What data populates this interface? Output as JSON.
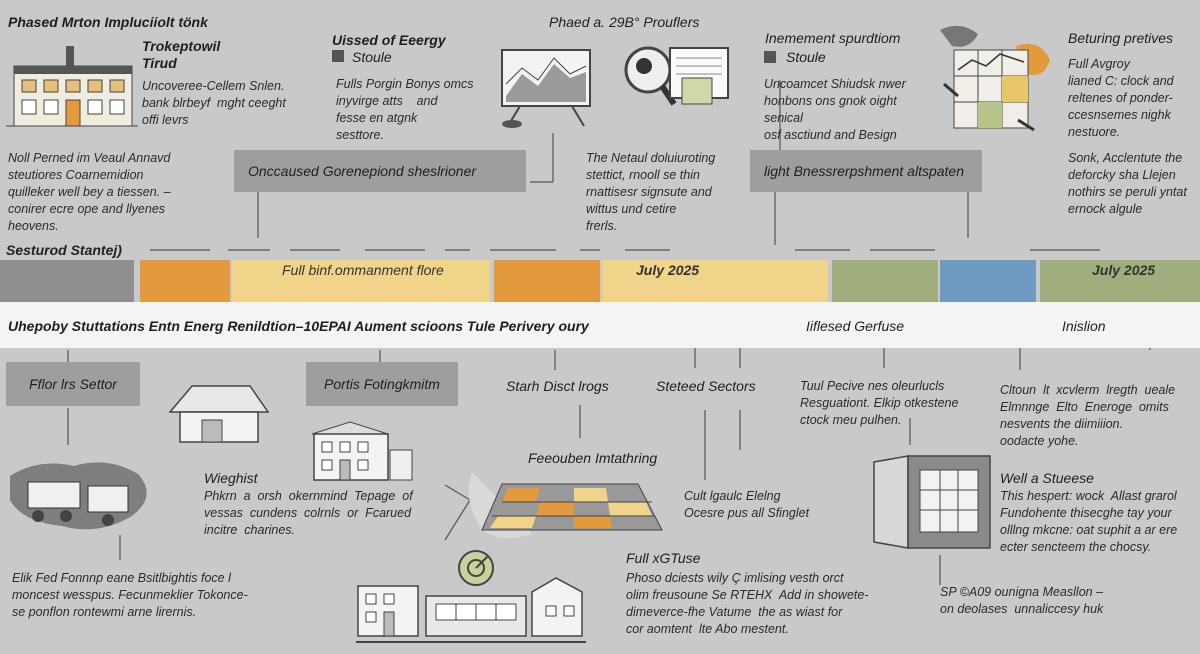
{
  "colors": {
    "background": "#c9c9c9",
    "gray": "#8f8f8f",
    "orange": "#e39a3c",
    "yellow": "#efd48a",
    "green": "#9fae7c",
    "blue": "#6f9bc2",
    "band": "#f4f4f4"
  },
  "top": {
    "title": "Phased Mrton Impluciiolt tönk",
    "col1_heading": "Trokeptowil\nTirud",
    "col1_text": "Uncoveree-Cellem Snlen.\nbank blrbeyf  mght ceeght\noffi levrs",
    "col2_heading": "Uissed of Eeergy",
    "col2_sub": "Stoule",
    "col2_text": "Fulls Porgin Bonys omcs\ninyvirge atts    and\nfesse en atgnk\nsesttore.",
    "col3_heading": "Phaed a. 29B° Prouflers",
    "col4_heading": "Inemement spurdtiom",
    "col4_sub": "Stoule",
    "col4_text": "Uncoamcet Shiudsk nwer\nhonbons ons gnok oight\nsenical\nosf asctiund and Besign",
    "col5_heading": "Beturing pretives",
    "col5_text": "Full Avgroy\nlianed C: clock and\nreltenes of ponder-\nccesnsemes nighk\nnestuore.",
    "left_text": "Noll Perned im Veaul Annavd\nsteutiores Coarnemidion\nquilleker well bey a tiessen. –\nconirer ecre ope and llyenes\nheovens.",
    "mid_text": "The Netaul doluiuroting\nstettict, rnooll se thin\nrnattisesr signsute and\nwittus und cetire\nfrerls.",
    "right_text": "Sonk, Acclentute the\ndeforcky sha Llejen\nnothirs se peruli yntat\nernock algule",
    "box1": "Onccaused Gorenepiond sheslrioner",
    "box2": "light Bnessrerpshment altspaten"
  },
  "timeline": {
    "start_label": "Sesturod Stantej)",
    "seg_label_1": "Full binf.ommanment flore",
    "seg_label_2": "July 2025",
    "seg_label_3": "July 2025",
    "band_text": "Uhepoby Stuttations Entn Energ Renildtion–10EPAI Aument scioons Tule Perivery oury",
    "band_right_1": "Iiflesed Gerfuse",
    "band_right_2": "Inislion"
  },
  "bottom": {
    "box1": "Fflor lrs Settor",
    "box2": "Portis Fotingkmitm",
    "col3_heading": "Starh Disct lrogs",
    "col4_heading": "Steteed Sectors",
    "col5_text": "Tuul Pecive nes oleurlucls\nResguationt. Elkip otkestene\nctock meu pulhen.",
    "col6_text": "Cltoun  lt  xcvlerm  lregth  ueale\nElmnnge  Elto  Eneroge  omits\nnesvents the diimiiion.\noodacte yohe.",
    "weighist_heading": "Wieghist",
    "weighist_text": "Phkrn  a  orsh  okernmind  Tepage  of\nvessas  cundens  colrnls  or  Fcarued\nincitre  charines.",
    "bottom_left_text": "Elik Fed Fonnnp eane Bsitlbightis foce l\nmoncest wesspus. Fecunmeklier Tokonce-\nse ponflon rontewmi arne lirernis.",
    "feeder_heading": "Feeouben Imtathring",
    "cult_text": "Cult lgaulc Elelng\nOcesre pus all Sfinglet",
    "full_heading": "Full xGTuse",
    "full_text": "Phoso dciests wily Ç imlising vesth orct\nolim freusoune Se RTEHX  Add in showete-\ndimeverce-fhe Vatume  the as wiast for\ncor aomtent  lte Abo mestent.",
    "wella_heading": "Well a Stueese",
    "wella_text": "This hespert: wock  Allast grarol\nFundohente thisecghe tay your\nolllng mkcne: oat suphit a ar ere\necter sencteem the chocsy.",
    "sp_text": "SP ©A09 ounigna Measllon –\non deolases  unnaliccesy huk"
  }
}
